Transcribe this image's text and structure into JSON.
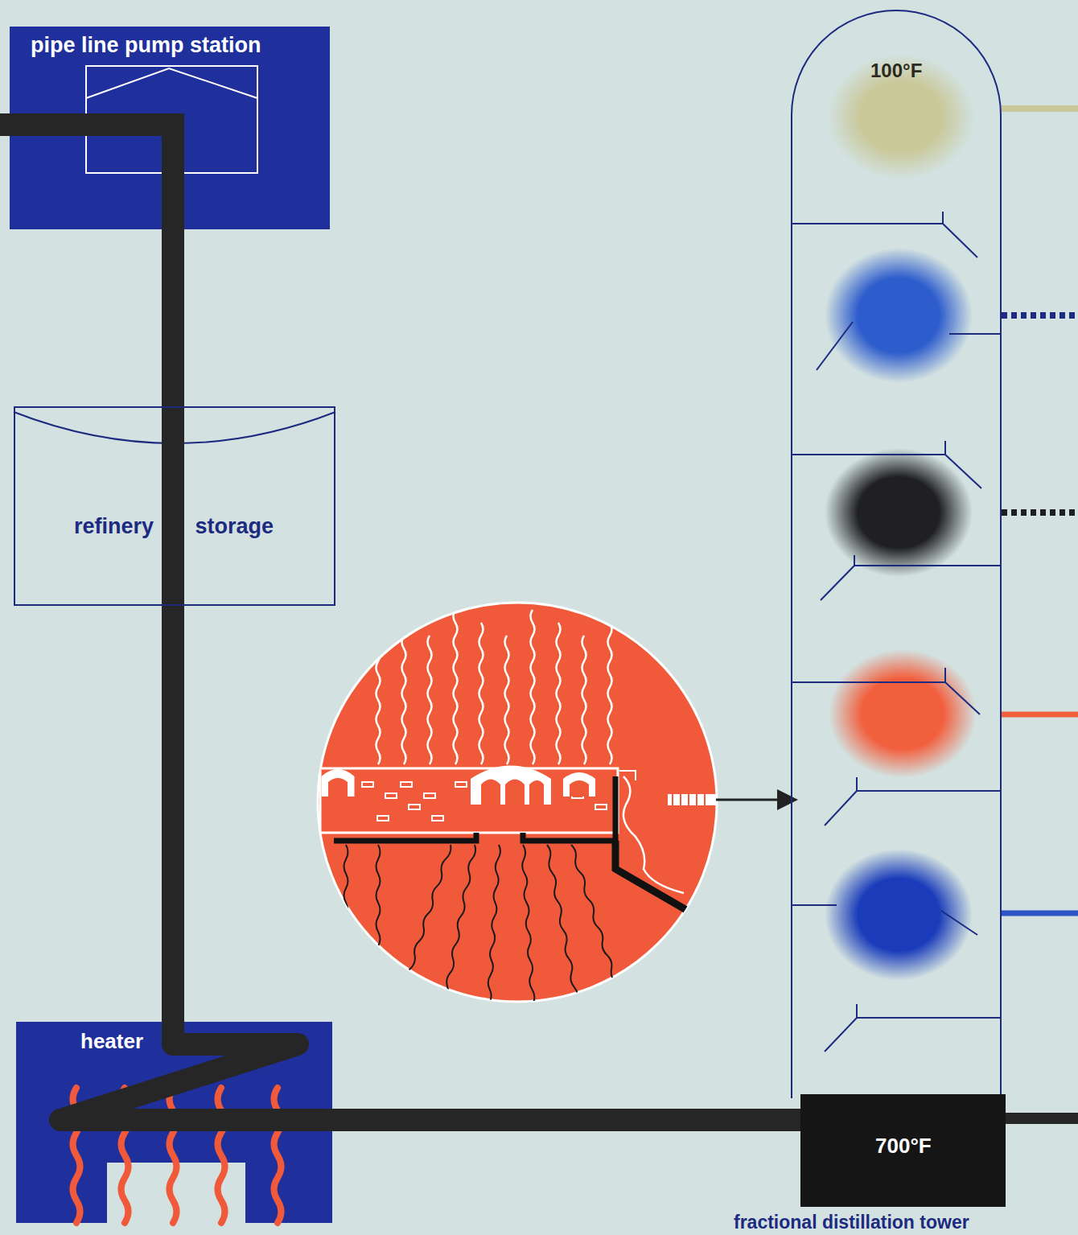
{
  "diagram": {
    "nodes": [
      {
        "text": [
          "pipe line pump station"
        ]
      },
      {
        "text": [
          "refinery storage"
        ]
      },
      {
        "text": [
          "heater"
        ]
      },
      {
        "text": [
          "100°F",
          "fractional distillation tower"
        ]
      },
      {
        "text": [
          "700°F"
        ],
        "in": 3
      }
    ],
    "edges": [
      {
        "from": 0,
        "to": 2,
        "arrow": "none"
      },
      {
        "from": 2,
        "to": 4,
        "arrow": "none"
      }
    ]
  }
}
